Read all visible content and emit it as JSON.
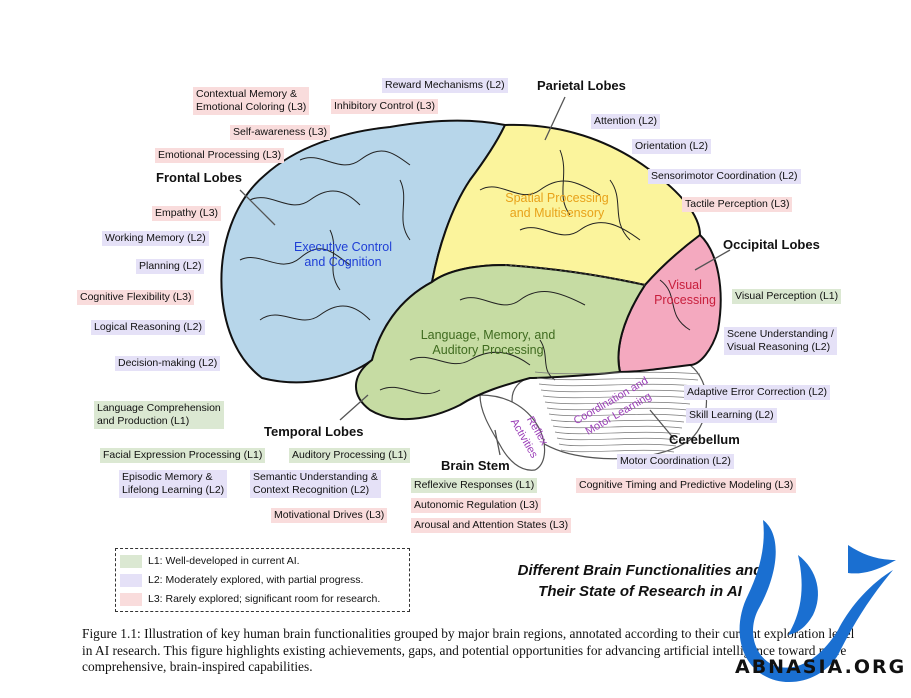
{
  "regions": {
    "frontal": {
      "name": "Frontal Lobes",
      "function": "Executive Control\nand Cognition",
      "color": "#b7d6ea",
      "text_color": "#1f3fd6"
    },
    "parietal": {
      "name": "Parietal Lobes",
      "function": "Spatial Processing\nand Multisensory",
      "color": "#fbf49c",
      "text_color": "#e8a21a"
    },
    "occipital": {
      "name": "Occipital Lobes",
      "function": "Visual\nProcessing",
      "color": "#f4a9bf",
      "text_color": "#c81e3c"
    },
    "temporal": {
      "name": "Temporal Lobes",
      "function": "Language, Memory, and\nAuditory Processing",
      "color": "#c6dca3",
      "text_color": "#3f6b1f"
    },
    "cerebellum": {
      "name": "Cerebellum",
      "function": "Coordination and\nMotor Learning",
      "color": "#ffffff",
      "text_color": "#9b3fb8"
    },
    "brainstem": {
      "name": "Brain Stem",
      "function": "Reflex\nActivities",
      "color": "#ffffff",
      "text_color": "#9b3fb8"
    }
  },
  "labels": [
    {
      "id": "contextual-memory",
      "text": "Contextual Memory &\nEmotional Coloring (L3)",
      "level": "L3"
    },
    {
      "id": "reward-mechanisms",
      "text": "Reward Mechanisms (L2)",
      "level": "L2"
    },
    {
      "id": "inhibitory-control",
      "text": "Inhibitory Control (L3)",
      "level": "L3"
    },
    {
      "id": "self-awareness",
      "text": "Self-awareness (L3)",
      "level": "L3"
    },
    {
      "id": "emotional-processing",
      "text": "Emotional Processing (L3)",
      "level": "L3"
    },
    {
      "id": "empathy",
      "text": "Empathy (L3)",
      "level": "L3"
    },
    {
      "id": "working-memory",
      "text": "Working Memory (L2)",
      "level": "L2"
    },
    {
      "id": "planning",
      "text": "Planning (L2)",
      "level": "L2"
    },
    {
      "id": "cognitive-flexibility",
      "text": "Cognitive Flexibility (L3)",
      "level": "L3"
    },
    {
      "id": "logical-reasoning",
      "text": "Logical Reasoning (L2)",
      "level": "L2"
    },
    {
      "id": "decision-making",
      "text": "Decision-making (L2)",
      "level": "L2"
    },
    {
      "id": "language-comprehension",
      "text": "Language Comprehension\nand Production (L1)",
      "level": "L1"
    },
    {
      "id": "facial-expression",
      "text": "Facial Expression Processing (L1)",
      "level": "L1"
    },
    {
      "id": "auditory-processing",
      "text": "Auditory Processing (L1)",
      "level": "L1"
    },
    {
      "id": "episodic-memory",
      "text": "Episodic Memory &\nLifelong Learning (L2)",
      "level": "L2"
    },
    {
      "id": "semantic-understanding",
      "text": "Semantic Understanding &\nContext Recognition (L2)",
      "level": "L2"
    },
    {
      "id": "motivational-drives",
      "text": "Motivational Drives (L3)",
      "level": "L3"
    },
    {
      "id": "reflexive-responses",
      "text": "Reflexive Responses (L1)",
      "level": "L1"
    },
    {
      "id": "autonomic-regulation",
      "text": "Autonomic Regulation (L3)",
      "level": "L3"
    },
    {
      "id": "arousal-attention",
      "text": "Arousal and Attention States (L3)",
      "level": "L3"
    },
    {
      "id": "attention",
      "text": "Attention (L2)",
      "level": "L2"
    },
    {
      "id": "orientation",
      "text": "Orientation (L2)",
      "level": "L2"
    },
    {
      "id": "sensorimotor-coordination",
      "text": "Sensorimotor Coordination (L2)",
      "level": "L2"
    },
    {
      "id": "tactile-perception",
      "text": "Tactile Perception (L3)",
      "level": "L3"
    },
    {
      "id": "visual-perception",
      "text": "Visual Perception (L1)",
      "level": "L1"
    },
    {
      "id": "scene-understanding",
      "text": "Scene Understanding /\nVisual Reasoning (L2)",
      "level": "L2"
    },
    {
      "id": "adaptive-error-correction",
      "text": "Adaptive Error Correction (L2)",
      "level": "L2"
    },
    {
      "id": "skill-learning",
      "text": "Skill Learning (L2)",
      "level": "L2"
    },
    {
      "id": "motor-coordination",
      "text": "Motor Coordination (L2)",
      "level": "L2"
    },
    {
      "id": "cognitive-timing",
      "text": "Cognitive Timing and Predictive Modeling (L3)",
      "level": "L3"
    }
  ],
  "legend": {
    "items": [
      {
        "level": "L1",
        "text": "L1: Well-developed in current AI.",
        "color": "#dbe8d2"
      },
      {
        "level": "L2",
        "text": "L2: Moderately explored, with partial progress.",
        "color": "#e5e1f7"
      },
      {
        "level": "L3",
        "text": "L3: Rarely explored; significant room for research.",
        "color": "#f9dcdc"
      }
    ]
  },
  "title": "Different Brain Functionalities and\nTheir State of Research in AI",
  "caption": "Figure 1.1: Illustration of key human brain functionalities grouped by major brain regions, annotated according to their current exploration level in AI research. This figure highlights existing achievements, gaps, and potential opportunities for advancing artificial intelligence toward more comprehensive, brain-inspired capabilities.",
  "watermark": {
    "text": "ABNASIA.ORG",
    "color": "#1a6fd1"
  }
}
